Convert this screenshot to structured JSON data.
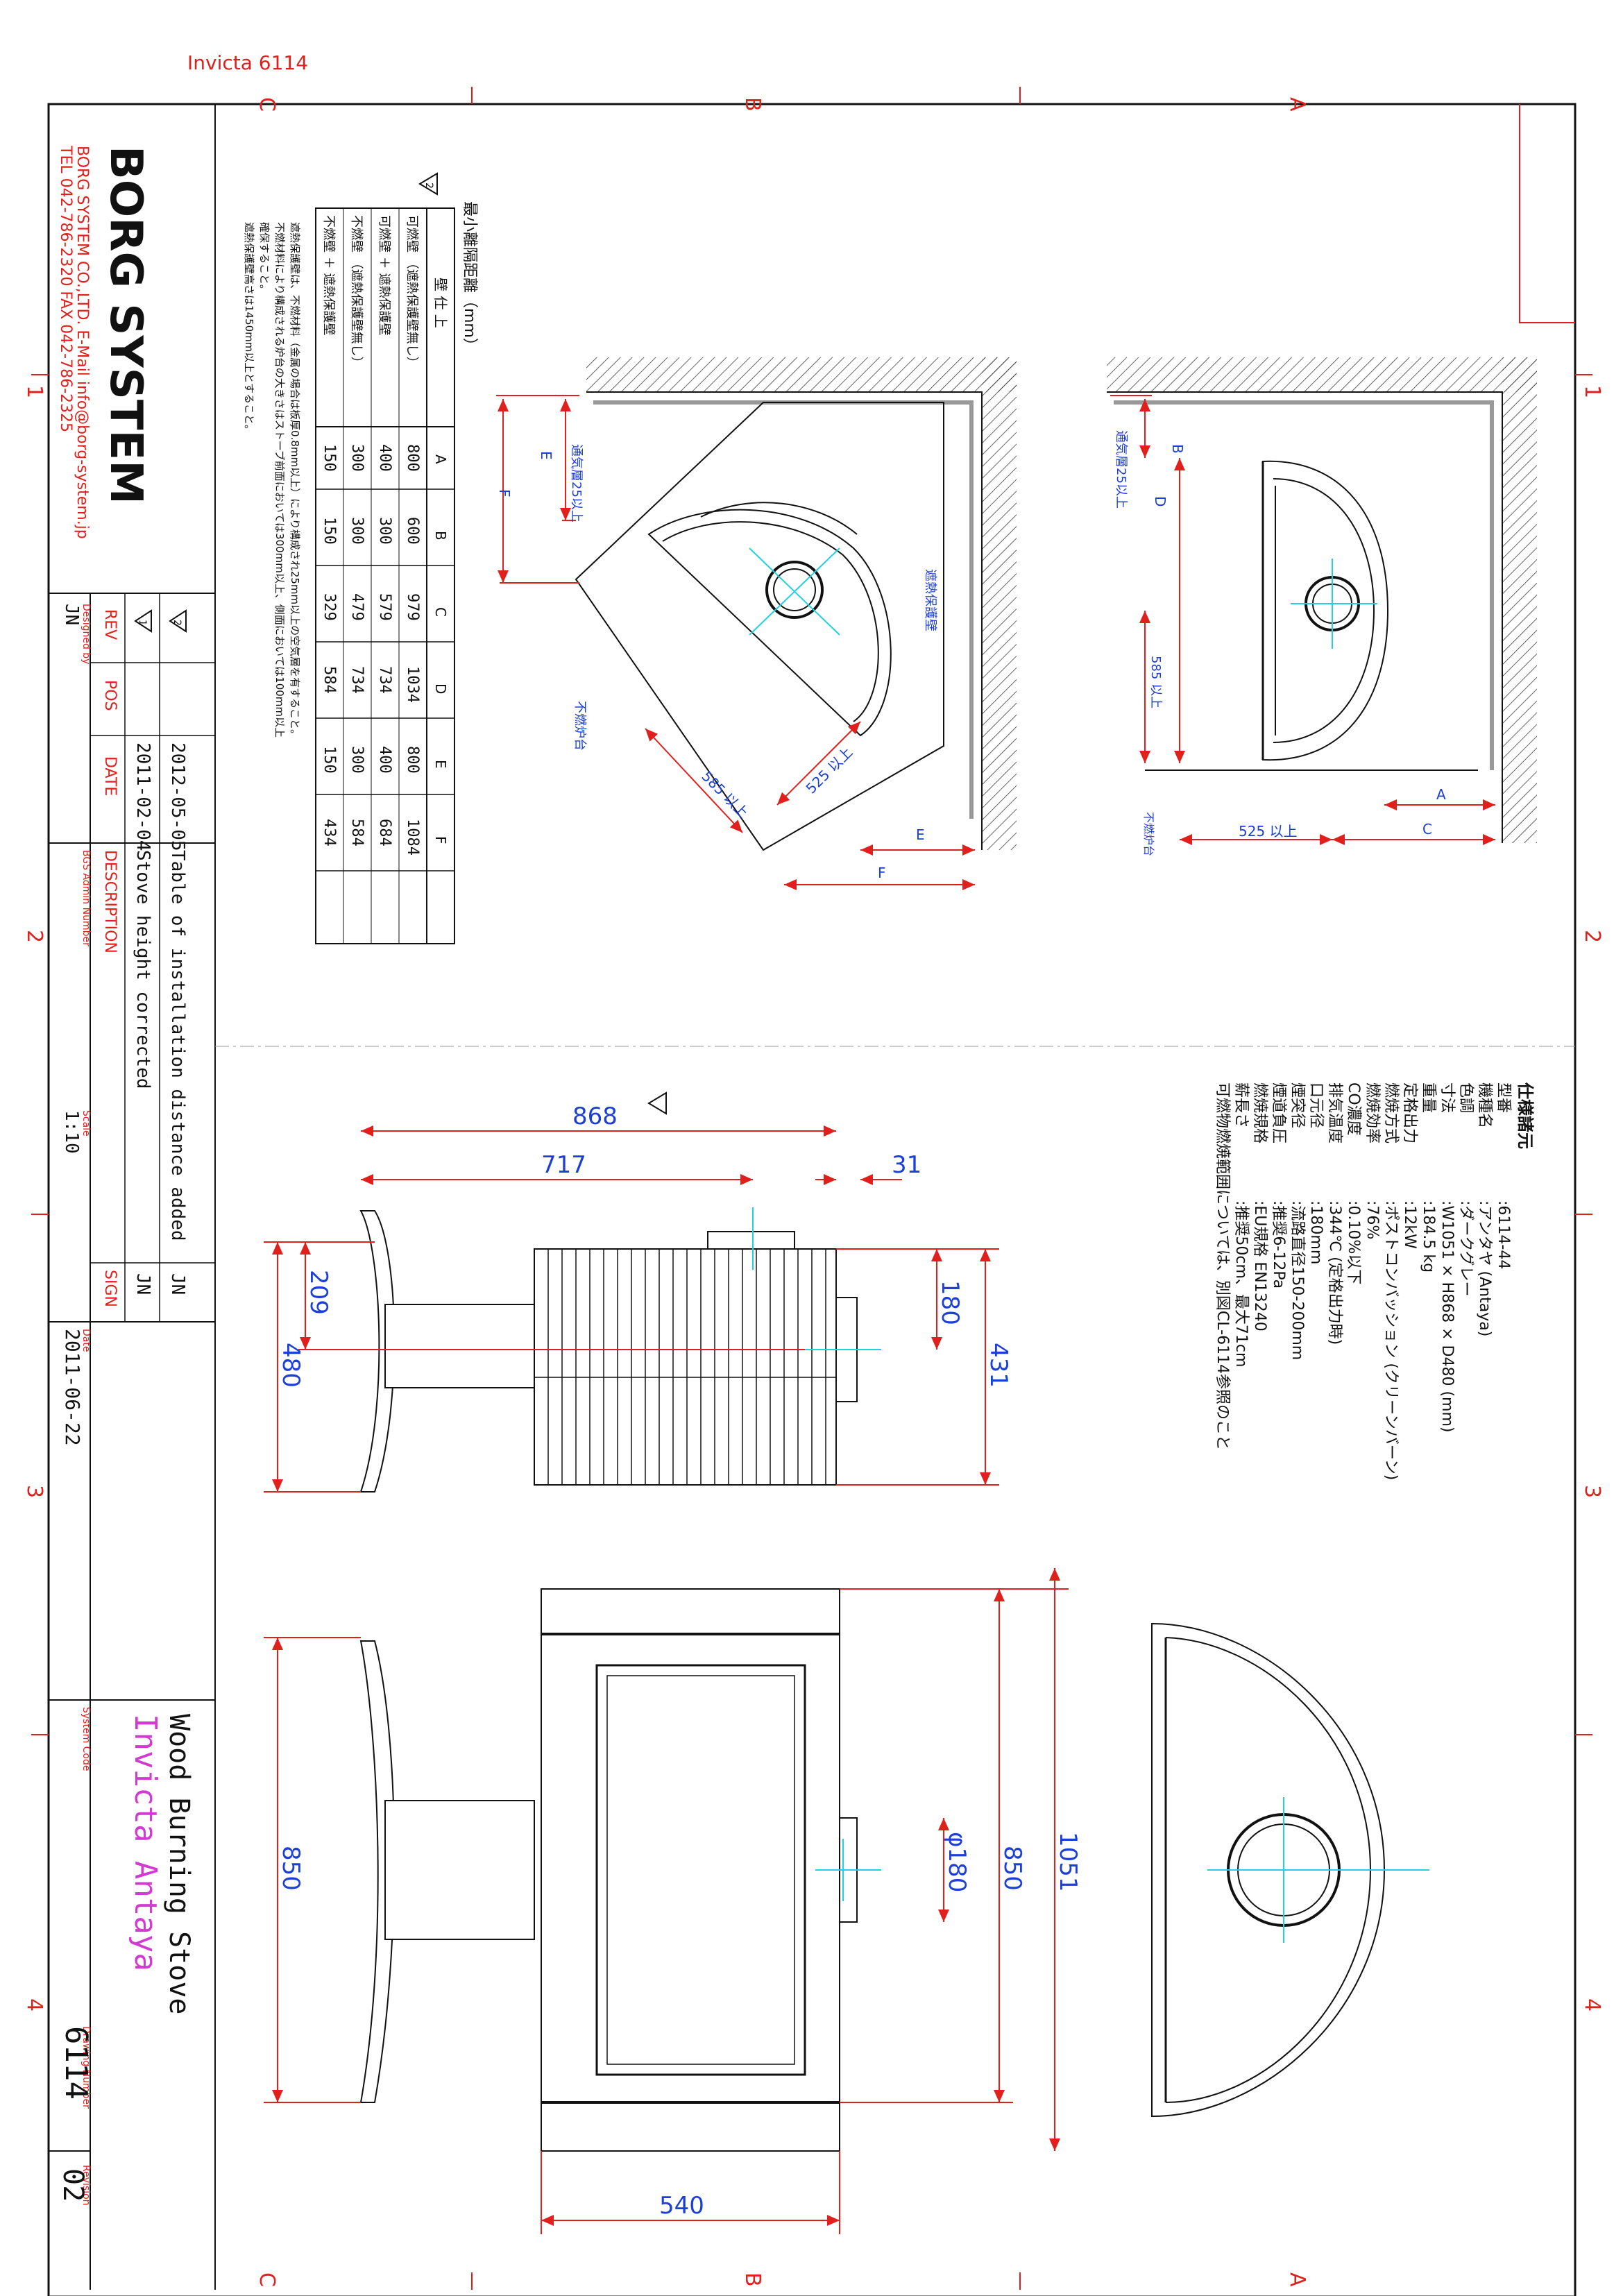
{
  "header_label": "Invicta  6114",
  "zone_letters": {
    "c": "C",
    "b": "B",
    "a": "A"
  },
  "zone_numbers": [
    "1",
    "2",
    "3",
    "4"
  ],
  "company": {
    "name": "BORG SYSTEM",
    "line1": "BORG SYSTEM CO.,LTD.  E-Mail  info@borg-system.jp",
    "line2": "TEL  042-786-2320  FAX  042-786-2325"
  },
  "title_block": {
    "rev_label": "REV",
    "pos_label": "POS",
    "date_label": "DATE",
    "description_label": "DESCRIPTION",
    "sign_label": "SIGN",
    "revisions": [
      {
        "rev": "2",
        "date": "2012-05-05",
        "description": "Table of installation distance added",
        "sign": "JN"
      },
      {
        "rev": "1",
        "date": "2011-02-04",
        "description": "Stove height corrected",
        "sign": "JN"
      }
    ],
    "designed_by_label": "Designed by",
    "designed_by": "JN",
    "bgs_label": "BGS Admin Number",
    "scale_label": "Scale",
    "scale": "1:10",
    "date_field_label": "Date",
    "date": "2011-06-22",
    "system_code_label": "System Code",
    "product_type": "Wood Burning Stove",
    "product_name": "Invicta Antaya",
    "drawing_number_label": "Drawing Number",
    "drawing_number": "6114",
    "revision_label": "Revision",
    "revision": "02"
  },
  "clearance_table": {
    "title": "最小離隔距離（mm）",
    "headers": [
      "壁 仕 上",
      "A",
      "B",
      "C",
      "D",
      "E",
      "F"
    ],
    "rows": [
      {
        "label": "可燃壁 （遮熱保護壁無し）",
        "values": [
          "800",
          "600",
          "979",
          "1034",
          "800",
          "1084"
        ]
      },
      {
        "label": "可燃壁 ＋ 遮熱保護壁",
        "values": [
          "400",
          "300",
          "579",
          "734",
          "400",
          "684"
        ]
      },
      {
        "label": "不燃壁 （遮熱保護壁無し）",
        "values": [
          "300",
          "300",
          "479",
          "734",
          "300",
          "584"
        ]
      },
      {
        "label": "不燃壁 ＋ 遮熱保護壁",
        "values": [
          "150",
          "150",
          "329",
          "584",
          "150",
          "434"
        ]
      }
    ],
    "notes": [
      "遮熱保護壁は、不燃材料（金属の場合は板厚0.8mm以上）により構成され25mm以上の空気層を有すること。",
      "不燃材料により構成される炉台の大きさはストーブ前面においては300mm以上、側面においては100mm以上",
      "確保すること。",
      "遮熱保護壁高さは1450mm以上とすること。"
    ]
  },
  "plan_labels": {
    "air_gap": "通気層25以上",
    "heat_shield": "遮熱保護壁",
    "hearth": "不燃炉台",
    "front_585": "585 以上",
    "side_525": "525 以上",
    "A": "A",
    "B": "B",
    "C": "C",
    "D": "D",
    "E": "E",
    "F": "F"
  },
  "specs": {
    "heading": "仕様諸元",
    "items": [
      {
        "label": "型番",
        "value": ":6114-44"
      },
      {
        "label": "機種名",
        "value": ":アンタヤ (Antaya)"
      },
      {
        "label": "色調",
        "value": ":ダークグレー"
      },
      {
        "label": "寸法",
        "value": ":W1051 × H868 × D480 (mm)"
      },
      {
        "label": "重量",
        "value": ":184.5 kg"
      },
      {
        "label": "定格出力",
        "value": ":12kW"
      },
      {
        "label": "燃焼方式",
        "value": ":ポストコンバッション (クリーンバーン)"
      },
      {
        "label": "燃焼効率",
        "value": ":76%"
      },
      {
        "label": "CO濃度",
        "value": ":0.10%以下"
      },
      {
        "label": "排気温度",
        "value": ":344℃ (定格出力時)"
      },
      {
        "label": "口元径",
        "value": ":180mm"
      },
      {
        "label": "煙突径",
        "value": ":流路直径150-200mm"
      },
      {
        "label": "煙道負圧",
        "value": ":推奨6-12Pa"
      },
      {
        "label": "燃焼規格",
        "value": ":EU規格  EN13240"
      },
      {
        "label": "薪長さ",
        "value": ":推奨50cm、最大71cm"
      }
    ],
    "footer": "可燃物燃焼範囲については、別図CL-6114参照のこと"
  },
  "dimensions": {
    "d868": "868",
    "d717": "717",
    "d31": "31",
    "d209": "209",
    "d480": "480",
    "d180": "180",
    "d431": "431",
    "d850_left": "850",
    "d850_right": "850",
    "d1051": "1051",
    "dphi180": "φ180",
    "d540": "540"
  }
}
